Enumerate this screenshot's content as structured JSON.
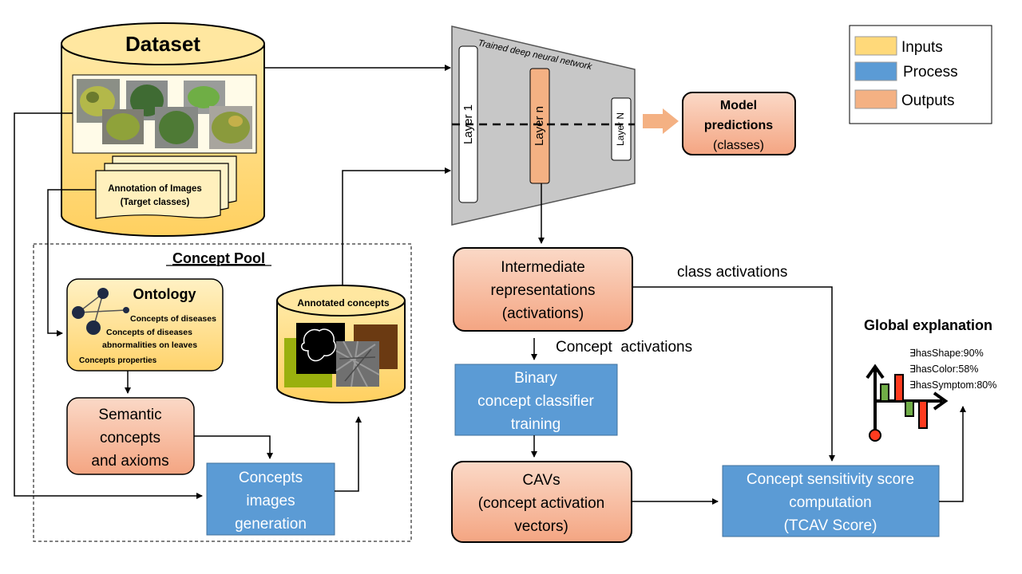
{
  "dataset": {
    "title": "Dataset",
    "annotation_line1": "Annotation of Images",
    "annotation_line2": "(Target classes)"
  },
  "network": {
    "title": "Trained deep neural network",
    "layer1": "Layer 1",
    "layern": "Layer n",
    "layerN": "Layer N"
  },
  "predictions": {
    "line1": "Model",
    "line2": "predictions",
    "line3": "(classes)"
  },
  "legend": {
    "inputs": "Inputs",
    "process": "Process",
    "outputs": "Outputs",
    "colors": {
      "inputs": "#ffd97a",
      "process": "#5b9bd5",
      "outputs": "#f4b183"
    }
  },
  "concept_pool": {
    "title": "Concept Pool",
    "ontology": {
      "title": "Ontology",
      "c1": "Concepts of diseases",
      "c2": "Concepts of diseases",
      "c3": "abnormalities on leaves",
      "c4": "Concepts properties"
    },
    "annotated_concepts": "Annotated concepts",
    "semantic": [
      "Semantic",
      "concepts",
      "and axioms"
    ],
    "generation": [
      "Concepts",
      "images",
      "generation"
    ]
  },
  "intermediate": [
    "Intermediate",
    "representations",
    "(activations)"
  ],
  "binary": [
    "Binary",
    "concept classifier",
    "training"
  ],
  "cavs": [
    "CAVs",
    "(concept activation",
    "vectors)"
  ],
  "tcav": [
    "Concept sensitivity score",
    "computation",
    "(TCAV Score)"
  ],
  "labels": {
    "class_activations": "class activations",
    "concept_activations": "Concept  activations"
  },
  "global_explanation": {
    "title": "Global explanation",
    "items": [
      "∃hasShape:90%",
      "∃hasColor:58%",
      "∃hasSymptom:80%"
    ]
  }
}
